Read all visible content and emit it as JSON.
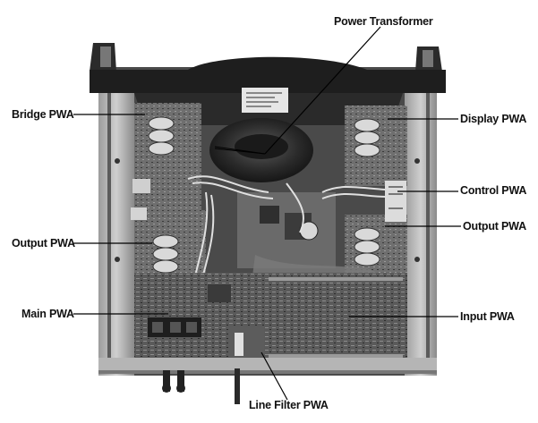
{
  "diagram": {
    "labels": {
      "power_transformer": "Power Transformer",
      "bridge_pwa": "Bridge PWA",
      "display_pwa": "Display PWA",
      "control_pwa": "Control PWA",
      "output_pwa_left": "Output PWA",
      "output_pwa_right": "Output PWA",
      "main_pwa": "Main PWA",
      "input_pwa": "Input PWA",
      "line_filter_pwa": "Line Filter PWA"
    }
  }
}
